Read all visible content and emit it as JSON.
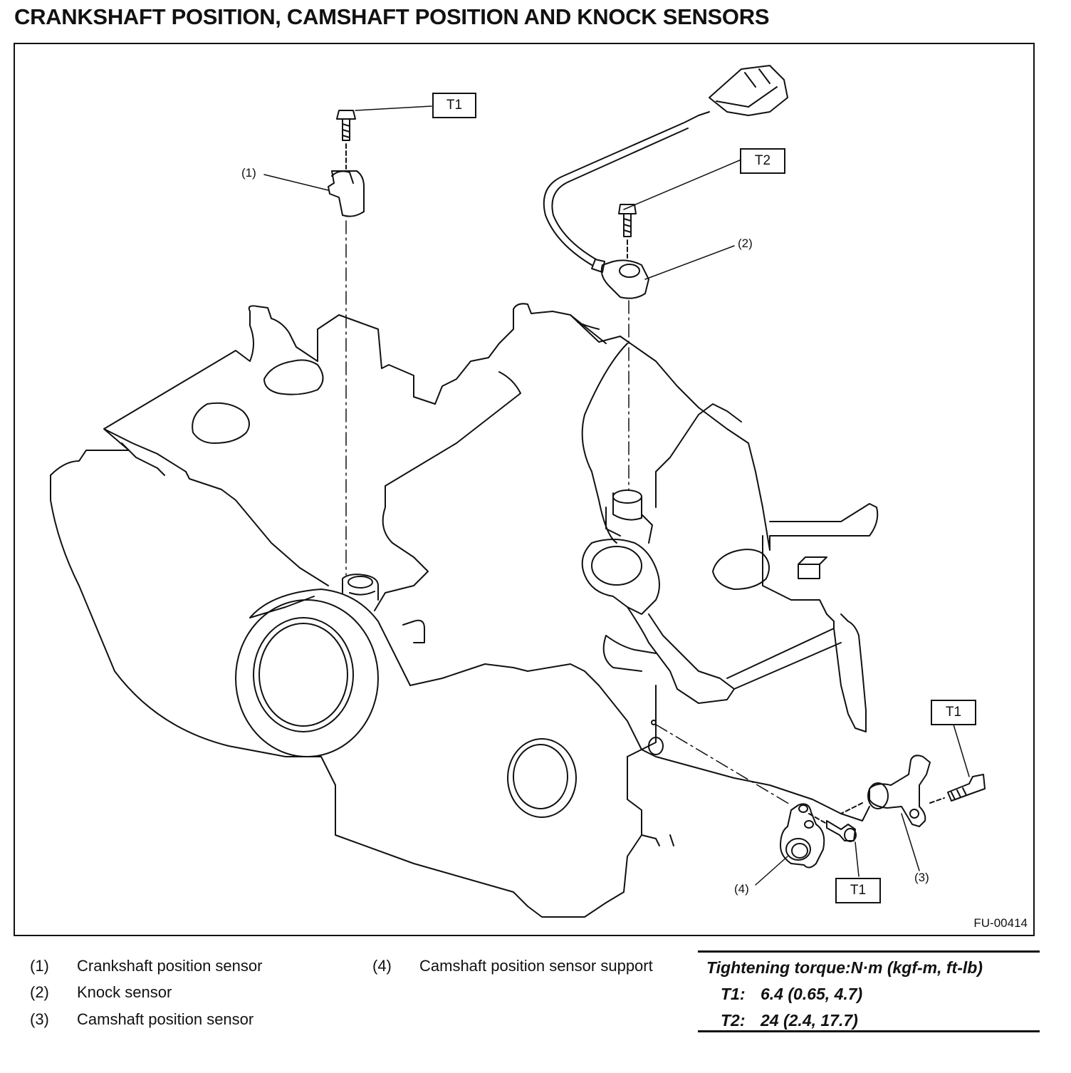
{
  "title": "CRANKSHAFT POSITION, CAMSHAFT POSITION AND KNOCK SENSORS",
  "figure": {
    "id": "FU-00414",
    "callouts": {
      "c1": "(1)",
      "c2": "(2)",
      "c3": "(3)",
      "c4": "(4)"
    },
    "torque_tags": {
      "t1_top": "T1",
      "t2": "T2",
      "t1_right": "T1",
      "t1_bottom": "T1"
    }
  },
  "legend": [
    {
      "num": "(1)",
      "text": "Crankshaft position sensor"
    },
    {
      "num": "(2)",
      "text": "Knock sensor"
    },
    {
      "num": "(3)",
      "text": "Camshaft position sensor"
    },
    {
      "num": "(4)",
      "text": "Camshaft position sensor support"
    }
  ],
  "torque": {
    "heading": "Tightening torque:N·m (kgf-m, ft-lb)",
    "rows": [
      {
        "key": "T1:",
        "value": "6.4 (0.65, 4.7)"
      },
      {
        "key": "T2:",
        "value": "24 (2.4, 17.7)"
      }
    ]
  }
}
